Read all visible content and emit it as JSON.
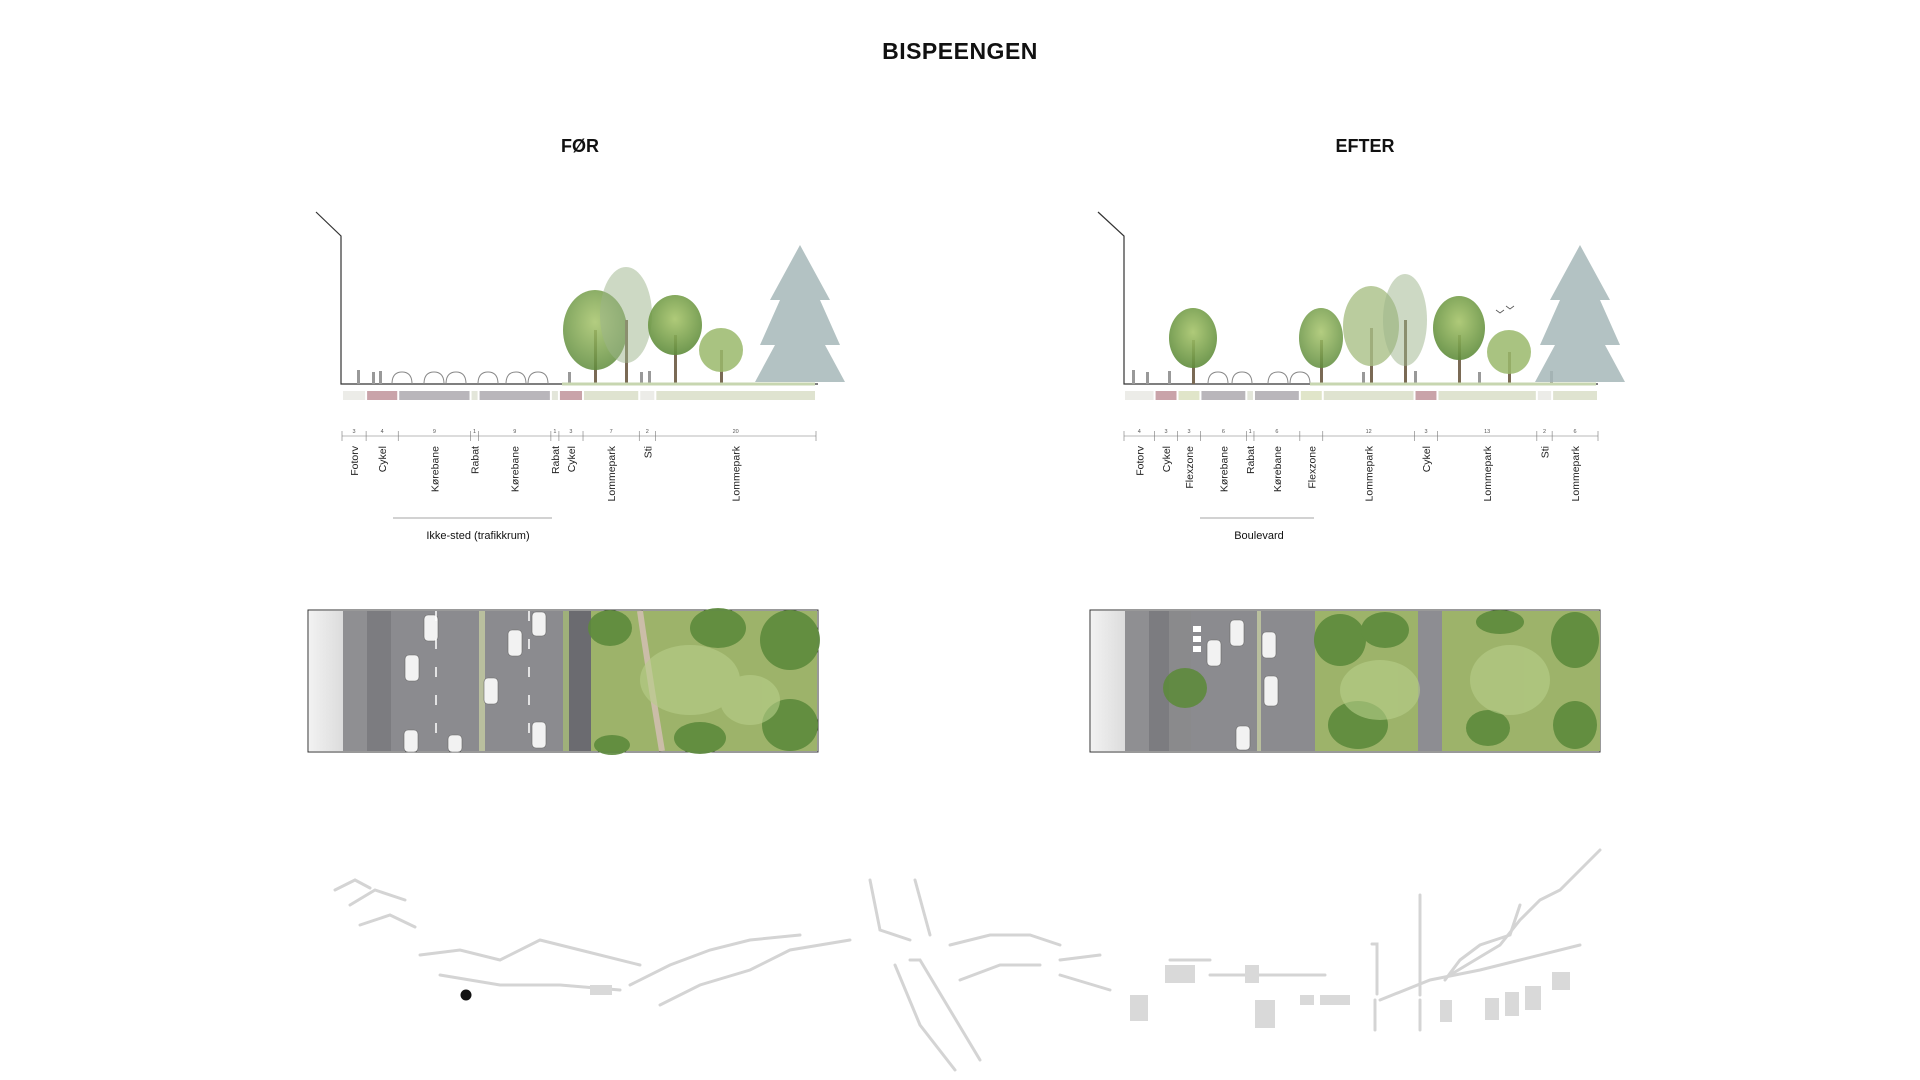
{
  "title": "BISPEENGEN",
  "before": {
    "heading": "FØR",
    "group_label": "Ikke-sted (trafikkrum)",
    "segments": [
      {
        "label": "Fotorv",
        "width": "3",
        "kind": "walk"
      },
      {
        "label": "Cykel",
        "width": "4",
        "kind": "bike"
      },
      {
        "label": "Kørebane",
        "width": "9",
        "kind": "road"
      },
      {
        "label": "Rabat",
        "width": "1",
        "kind": "verge"
      },
      {
        "label": "Kørebane",
        "width": "9",
        "kind": "road"
      },
      {
        "label": "Rabat",
        "width": "1",
        "kind": "verge"
      },
      {
        "label": "Cykel",
        "width": "3",
        "kind": "bike"
      },
      {
        "label": "Lommepark",
        "width": "7",
        "kind": "park"
      },
      {
        "label": "Sti",
        "width": "2",
        "kind": "walk"
      },
      {
        "label": "Lommepark",
        "width": "20",
        "kind": "park"
      }
    ]
  },
  "after": {
    "heading": "EFTER",
    "group_label": "Boulevard",
    "segments": [
      {
        "label": "Fotorv",
        "width": "4",
        "kind": "walk"
      },
      {
        "label": "Cykel",
        "width": "3",
        "kind": "bike"
      },
      {
        "label": "Flexzone",
        "width": "3",
        "kind": "flex"
      },
      {
        "label": "Kørebane",
        "width": "6",
        "kind": "road"
      },
      {
        "label": "Rabat",
        "width": "1",
        "kind": "verge"
      },
      {
        "label": "Kørebane",
        "width": "6",
        "kind": "road"
      },
      {
        "label": "Flexzone",
        "width": "",
        "kind": "flex"
      },
      {
        "label": "Lommepark",
        "width": "12",
        "kind": "park"
      },
      {
        "label": "Cykel",
        "width": "3",
        "kind": "bike"
      },
      {
        "label": "Lommepark",
        "width": "13",
        "kind": "park"
      },
      {
        "label": "Sti",
        "width": "2",
        "kind": "walk"
      },
      {
        "label": "Lommepark",
        "width": "6",
        "kind": "park"
      }
    ]
  },
  "colors": {
    "road": "#b9b6bb",
    "bike": "#c9a3a9",
    "park": "#dfe3d0",
    "walk": "#ecece8",
    "verge": "#e3e6da",
    "flex": "#e0e5c9",
    "map": "#d9d9d9"
  }
}
